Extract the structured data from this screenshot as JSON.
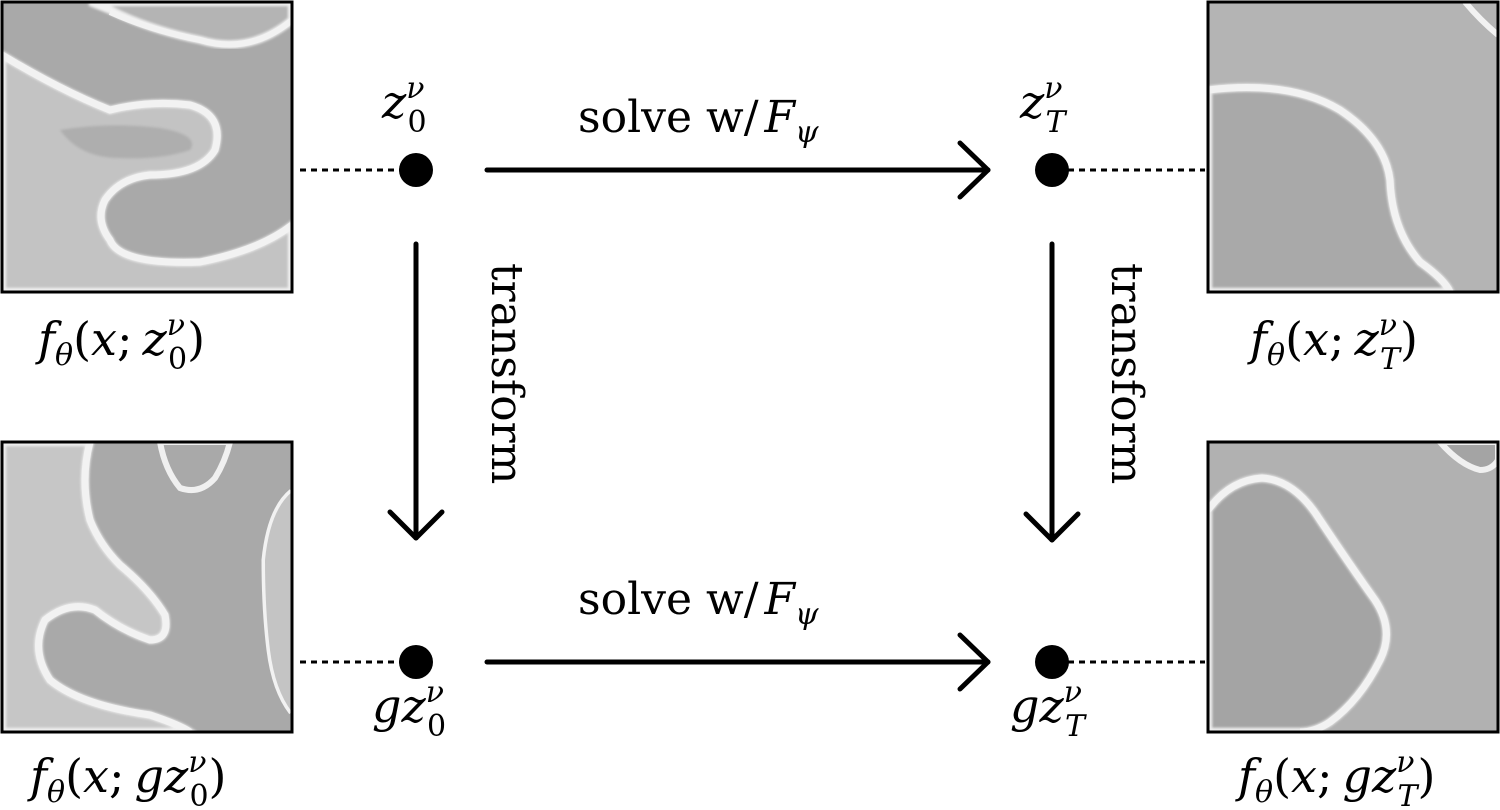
{
  "labels": {
    "solve_text": "solve w/",
    "solve_var": "F",
    "solve_sub": "ψ",
    "transform": "transform",
    "f": "f",
    "theta": "θ",
    "x": "x",
    "z": "z",
    "g": "g",
    "nu": "ν",
    "sub_0": "0",
    "sub_T": "T",
    "open_paren": "(",
    "close_paren": ")",
    "semicolon": ";"
  },
  "colors": {
    "stroke": "#000000",
    "panel_background": "#b8b8b8",
    "field_dark": "#a6a6a6",
    "interface": "#f0f0f0"
  }
}
